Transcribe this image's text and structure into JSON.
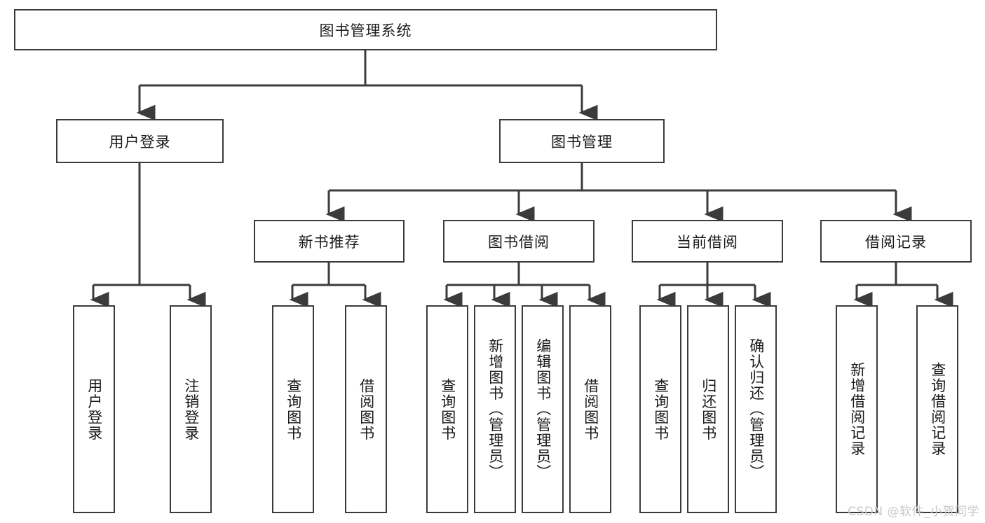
{
  "diagram": {
    "title": "图书管理系统",
    "type": "tree",
    "watermark": "CSDN @软件_小贺同学",
    "colors": {
      "border": "#3b3b3b",
      "fill": "#ffffff",
      "text": "#1a1a1a",
      "connector": "#3b3b3b",
      "watermark": "#c9c9c9"
    },
    "levels": {
      "root": {
        "label": "图书管理系统"
      },
      "level2": [
        {
          "label": "用户登录"
        },
        {
          "label": "图书管理"
        }
      ],
      "level3": [
        {
          "label": "新书推荐"
        },
        {
          "label": "图书借阅"
        },
        {
          "label": "当前借阅"
        },
        {
          "label": "借阅记录"
        }
      ],
      "leaves": [
        {
          "label": "用户登录"
        },
        {
          "label": "注销登录"
        },
        {
          "label": "查询图书"
        },
        {
          "label": "借阅图书"
        },
        {
          "label": "查询图书"
        },
        {
          "label": "新增图书（管理员）"
        },
        {
          "label": "编辑图书（管理员）"
        },
        {
          "label": "借阅图书"
        },
        {
          "label": "查询图书"
        },
        {
          "label": "归还图书"
        },
        {
          "label": "确认归还（管理员）"
        },
        {
          "label": "新增借阅记录"
        },
        {
          "label": "查询借阅记录"
        }
      ]
    },
    "edges": [
      {
        "from": "图书管理系统",
        "to": "用户登录"
      },
      {
        "from": "图书管理系统",
        "to": "图书管理"
      },
      {
        "from": "用户登录",
        "to": "用户登录"
      },
      {
        "from": "用户登录",
        "to": "注销登录"
      },
      {
        "from": "图书管理",
        "to": "新书推荐"
      },
      {
        "from": "图书管理",
        "to": "图书借阅"
      },
      {
        "from": "图书管理",
        "to": "当前借阅"
      },
      {
        "from": "图书管理",
        "to": "借阅记录"
      },
      {
        "from": "新书推荐",
        "to": "查询图书"
      },
      {
        "from": "新书推荐",
        "to": "借阅图书"
      },
      {
        "from": "图书借阅",
        "to": "查询图书"
      },
      {
        "from": "图书借阅",
        "to": "新增图书（管理员）"
      },
      {
        "from": "图书借阅",
        "to": "编辑图书（管理员）"
      },
      {
        "from": "图书借阅",
        "to": "借阅图书"
      },
      {
        "from": "当前借阅",
        "to": "查询图书"
      },
      {
        "from": "当前借阅",
        "to": "归还图书"
      },
      {
        "from": "当前借阅",
        "to": "确认归还（管理员）"
      },
      {
        "from": "借阅记录",
        "to": "新增借阅记录"
      },
      {
        "from": "借阅记录",
        "to": "查询借阅记录"
      }
    ]
  }
}
